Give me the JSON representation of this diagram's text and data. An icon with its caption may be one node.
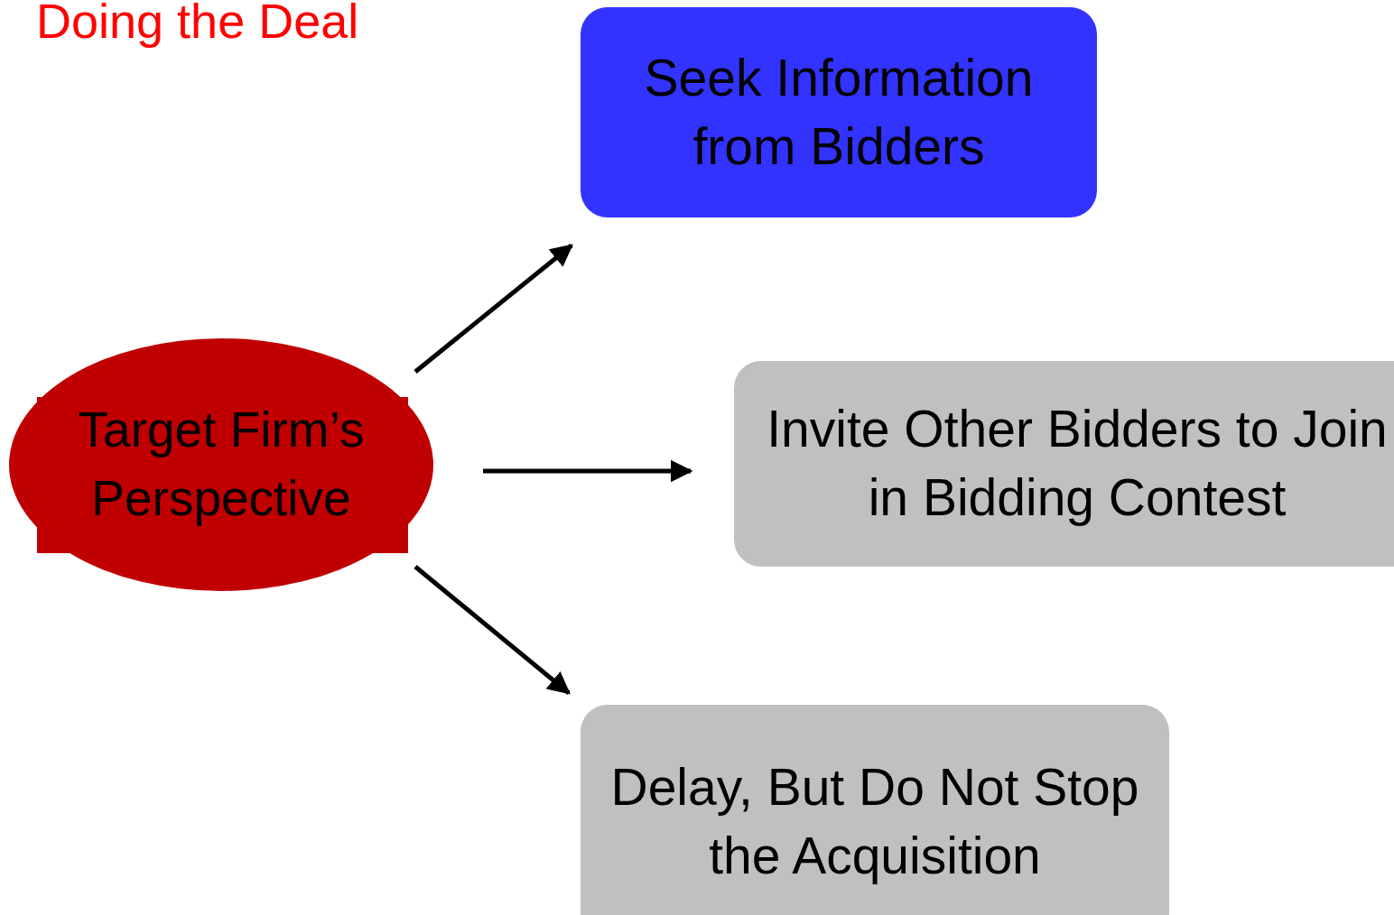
{
  "diagram": {
    "title": "Doing the Deal",
    "nodes": [
      {
        "text": [
          "Target Firm’s Perspective"
        ]
      },
      {
        "text": [
          "Seek Information from Bidders"
        ]
      },
      {
        "text": [
          "Invite Other Bidders to Join in Bidding Contest"
        ]
      },
      {
        "text": [
          "Delay, But Do Not Stop the Acquisition"
        ]
      }
    ],
    "edges": [
      {
        "from": 0,
        "to": 1,
        "arrow": "to"
      },
      {
        "from": 0,
        "to": 2,
        "arrow": "to"
      },
      {
        "from": 0,
        "to": 3,
        "arrow": "to"
      }
    ]
  }
}
